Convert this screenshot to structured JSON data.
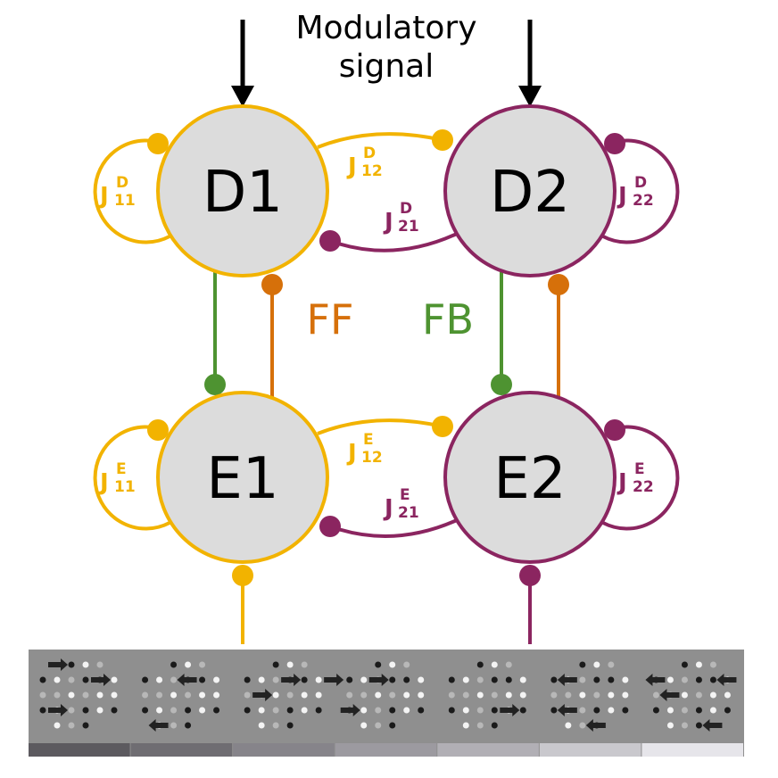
{
  "title": {
    "line1": "Modulatory",
    "line2": "signal"
  },
  "colors": {
    "population_1": "#f2b300",
    "population_2": "#8b2560",
    "feedforward": "#d6700a",
    "feedback": "#4e9331",
    "node_fill": "#dcdcdc",
    "arrow": "#000000",
    "stimulus_background": "#8f8f8f"
  },
  "nodes": {
    "d1": "D1",
    "d2": "D2",
    "e1": "E1",
    "e2": "E2"
  },
  "pathway_labels": {
    "feedforward": "FF",
    "feedback": "FB"
  },
  "couplings": {
    "jd11": {
      "symbol": "J",
      "sup": "D",
      "sub": "11"
    },
    "jd22": {
      "symbol": "J",
      "sup": "D",
      "sub": "22"
    },
    "jd12": {
      "symbol": "J",
      "sup": "D",
      "sub": "12"
    },
    "jd21": {
      "symbol": "J",
      "sup": "D",
      "sub": "21"
    },
    "je11": {
      "symbol": "J",
      "sup": "E",
      "sub": "11"
    },
    "je22": {
      "symbol": "J",
      "sup": "E",
      "sub": "22"
    },
    "je12": {
      "symbol": "J",
      "sup": "E",
      "sub": "12"
    },
    "je21": {
      "symbol": "J",
      "sup": "E",
      "sub": "21"
    }
  },
  "stimulus": {
    "panel_count": 7,
    "panels": [
      {
        "arrows": [
          {
            "dir": "right",
            "row": 0,
            "col": 1
          },
          {
            "dir": "right",
            "row": 1,
            "col": 4
          },
          {
            "dir": "right",
            "row": 3,
            "col": 1
          }
        ]
      },
      {
        "arrows": [
          {
            "dir": "left",
            "row": 1,
            "col": 3
          },
          {
            "dir": "left",
            "row": 4,
            "col": 1
          }
        ]
      },
      {
        "arrows": [
          {
            "dir": "right",
            "row": 1,
            "col": 3
          },
          {
            "dir": "right",
            "row": 1,
            "col": 6
          },
          {
            "dir": "right",
            "row": 2,
            "col": 1
          }
        ]
      },
      {
        "arrows": [
          {
            "dir": "right",
            "row": 1,
            "col": 2
          },
          {
            "dir": "right",
            "row": 3,
            "col": 0
          }
        ]
      },
      {
        "arrows": [
          {
            "dir": "right",
            "row": 3,
            "col": 4
          }
        ]
      },
      {
        "arrows": [
          {
            "dir": "left",
            "row": 1,
            "col": 1
          },
          {
            "dir": "left",
            "row": 3,
            "col": 1
          },
          {
            "dir": "left",
            "row": 4,
            "col": 3
          }
        ]
      },
      {
        "arrows": [
          {
            "dir": "left",
            "row": 1,
            "col": 0
          },
          {
            "dir": "left",
            "row": 1,
            "col": 5
          },
          {
            "dir": "left",
            "row": 2,
            "col": 1
          },
          {
            "dir": "left",
            "row": 4,
            "col": 4
          }
        ]
      }
    ],
    "coherence_bar_shades": [
      "#5c5a5f",
      "#6f6d72",
      "#86848a",
      "#9c9aa0",
      "#b1afb5",
      "#c9c8cd",
      "#e6e5ea"
    ]
  }
}
